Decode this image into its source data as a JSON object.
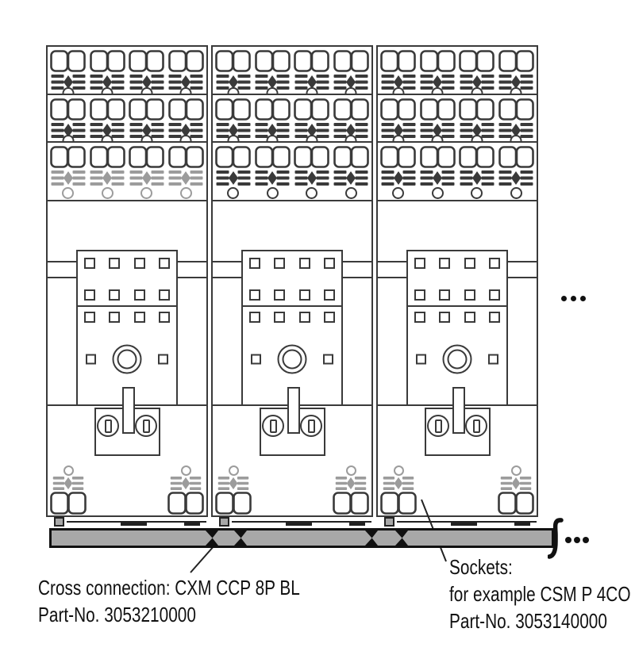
{
  "labels": {
    "cross_connection": {
      "line1": "Cross connection: CXM CCP 8P BL",
      "line2": "Part-No. 3053210000"
    },
    "sockets": {
      "line1": "Sockets:",
      "line2": "for example CSM P 4CO",
      "line3": "Part-No. 3053140000"
    }
  },
  "ellipsis": {
    "mid_right": "...",
    "rail_end": "..."
  },
  "colors": {
    "line": "#3a3a3a",
    "light_gray": "#9c9c9c",
    "outline_black": "#111111",
    "rail_fill": "#a8a8a8",
    "background": "#ffffff",
    "text": "#111111"
  },
  "diagram": {
    "modules": [
      {
        "id": "socket-module-1",
        "poles_per_row": 4,
        "terminal_rows": [
          "dark",
          "dark",
          "light"
        ]
      },
      {
        "id": "socket-module-2",
        "poles_per_row": 4,
        "terminal_rows": [
          "dark",
          "dark",
          "dark"
        ]
      },
      {
        "id": "socket-module-3",
        "poles_per_row": 4,
        "terminal_rows": [
          "dark",
          "dark",
          "dark"
        ]
      }
    ],
    "module_lefts": [
      58,
      266,
      474
    ],
    "rail_seam_centers": [
      267,
      303,
      468,
      506
    ],
    "bottom_units_per_module": 2
  }
}
